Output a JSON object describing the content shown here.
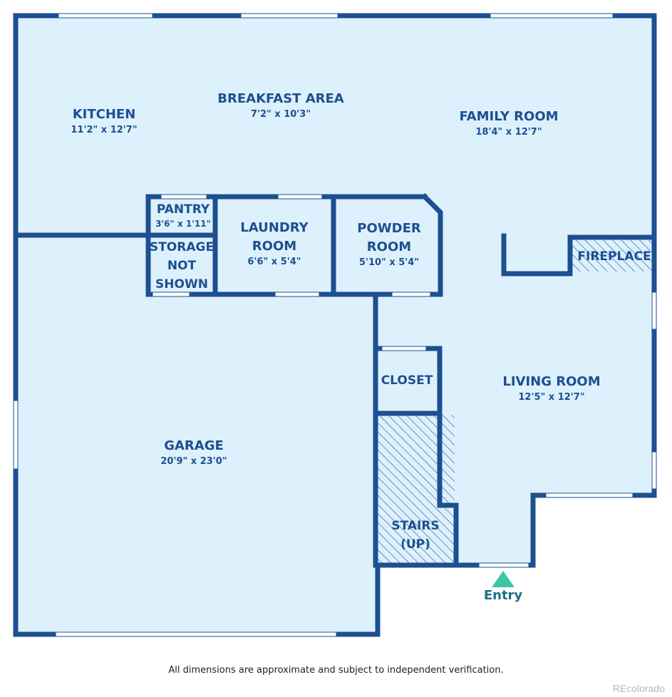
{
  "rooms": {
    "kitchen": {
      "name": "KITCHEN",
      "dim": "11'2\" x 12'7\""
    },
    "breakfast": {
      "name": "BREAKFAST AREA",
      "dim": "7'2\" x 10'3\""
    },
    "family": {
      "name": "FAMILY ROOM",
      "dim": "18'4\" x 12'7\""
    },
    "pantry": {
      "name": "PANTRY",
      "dim": "3'6\" x 1'11\""
    },
    "storage": {
      "line1": "STORAGE",
      "line2": "NOT",
      "line3": "SHOWN"
    },
    "laundry": {
      "line1": "LAUNDRY",
      "line2": "ROOM",
      "dim": "6'6\" x 5'4\""
    },
    "powder": {
      "line1": "POWDER",
      "line2": "ROOM",
      "dim": "5'10\" x 5'4\""
    },
    "fireplace": {
      "name": "FIREPLACE"
    },
    "closet": {
      "name": "CLOSET"
    },
    "living": {
      "name": "LIVING ROOM",
      "dim": "12'5\" x 12'7\""
    },
    "garage": {
      "name": "GARAGE",
      "dim": "20'9\" x 23'0\""
    },
    "stairs": {
      "line1": "STAIRS",
      "line2": "(UP)"
    }
  },
  "entry": {
    "label": "Entry"
  },
  "footer": {
    "disclaimer": "All dimensions are approximate and subject to independent verification.",
    "brand": "REcolorado"
  },
  "colors": {
    "wall": "#1d4f91",
    "floor": "#ddf1fc",
    "entry_arrow": "#3cc6a6",
    "text": "#1d4f91"
  }
}
